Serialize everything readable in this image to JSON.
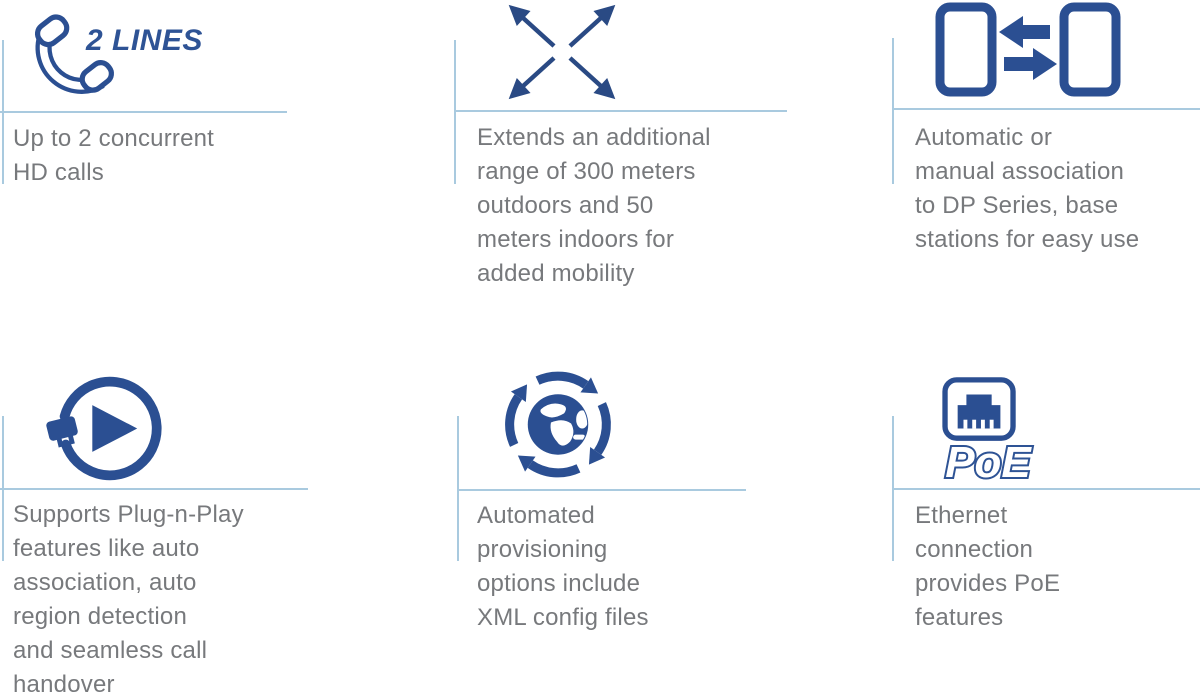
{
  "colors": {
    "accent_blue": "#2b4f92",
    "badge_blue": "#2e5395",
    "arrow_navy": "#2a4a84",
    "rule_light_blue": "#a9cadf",
    "caption_gray": "#77797c"
  },
  "features": [
    {
      "icon": "phone-handset-icon",
      "badge": "2 LINES",
      "text": "Up to 2 concurrent\nHD calls"
    },
    {
      "icon": "expand-arrows-icon",
      "text": "Extends an additional\nrange of 300 meters\noutdoors and 50\nmeters indoors for\nadded mobility"
    },
    {
      "icon": "handset-transfer-icon",
      "text": "Automatic or\nmanual association\nto DP Series, base\nstations for easy use"
    },
    {
      "icon": "plug-n-play-icon",
      "text": "Supports Plug-n-Play\nfeatures like auto\nassociation, auto\nregion detection\nand seamless call\nhandover"
    },
    {
      "icon": "globe-sync-icon",
      "text": "Automated\nprovisioning\noptions include\nXML config files"
    },
    {
      "icon": "ethernet-poe-icon",
      "badge": "PoE",
      "text": "Ethernet\nconnection\nprovides PoE\nfeatures"
    }
  ]
}
